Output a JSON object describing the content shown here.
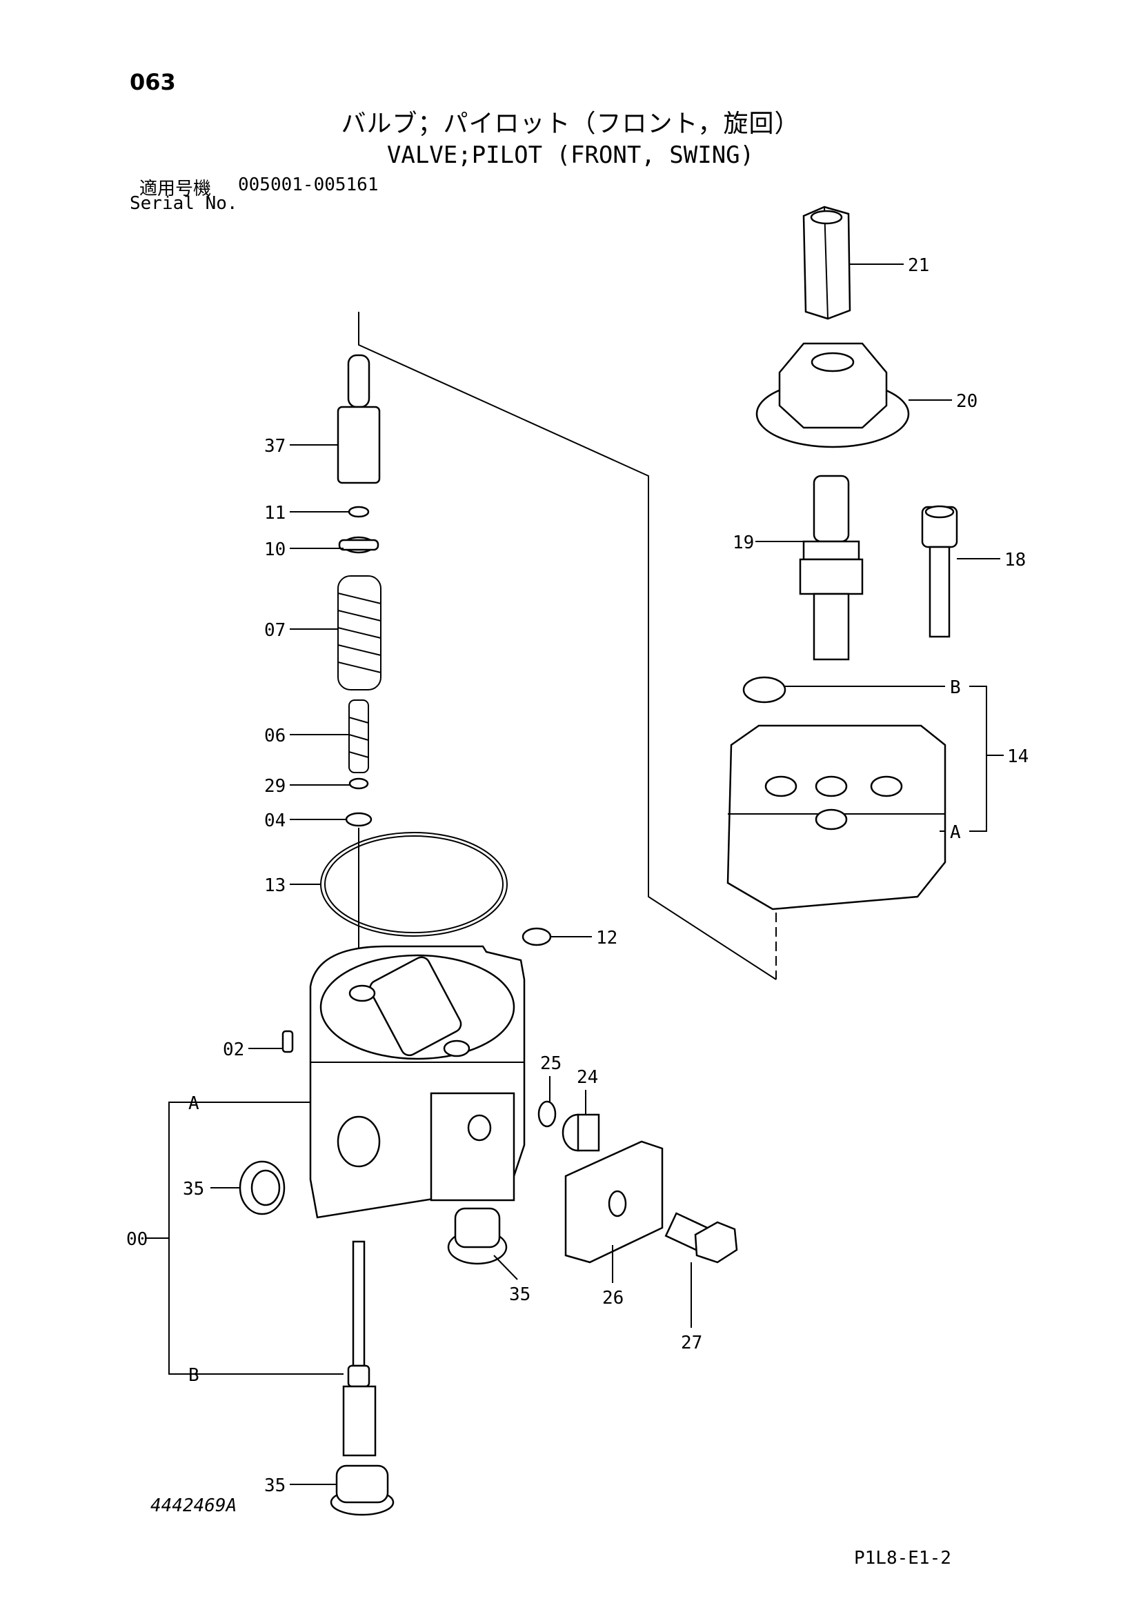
{
  "header": {
    "page_number": "063",
    "title_jp": "バルブ；パイロット（フロント，旋回）",
    "title_en": "VALVE;PILOT (FRONT, SWING)",
    "serial_label_jp": "適用号機",
    "serial_range": "005001-005161",
    "serial_label_en": "Serial No."
  },
  "callouts": {
    "p21": "21",
    "p20": "20",
    "p37": "37",
    "p11": "11",
    "p10": "10",
    "p19": "19",
    "p18": "18",
    "p07": "07",
    "pB_right": "B",
    "p14": "14",
    "p06": "06",
    "p29": "29",
    "p04": "04",
    "pA_right": "A",
    "p13": "13",
    "p12": "12",
    "p02": "02",
    "p25": "25",
    "p24": "24",
    "pA_left": "A",
    "p35_left": "35",
    "p00": "00",
    "p35_mid": "35",
    "p26": "26",
    "p27": "27",
    "pB_left": "B",
    "p35_bottom": "35"
  },
  "footer": {
    "drawing_number": "4442469A",
    "sheet_code": "P1L8-E1-2"
  }
}
